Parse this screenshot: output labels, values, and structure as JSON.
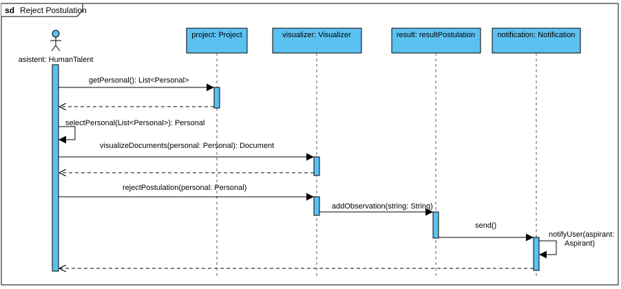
{
  "frame": {
    "kind": "sd",
    "name": "Reject Postulation"
  },
  "actor": {
    "label": "asistent: HumanTalent"
  },
  "lifelines": [
    {
      "id": "project",
      "label": "project: Project"
    },
    {
      "id": "visualizer",
      "label": "visualizer: Visualizer"
    },
    {
      "id": "result",
      "label": "result: resultPostulation"
    },
    {
      "id": "notification",
      "label": "notification: Notification"
    }
  ],
  "messages": [
    {
      "label": "getPersonal(): List<Personal>",
      "from": "actor",
      "to": "project",
      "kind": "call"
    },
    {
      "label": "",
      "from": "project",
      "to": "actor",
      "kind": "return"
    },
    {
      "label": "selectPersonal(List<Personal>): Personal",
      "from": "actor",
      "to": "actor",
      "kind": "self"
    },
    {
      "label": "visualizeDocuments(personal: Personal): Document",
      "from": "actor",
      "to": "visualizer",
      "kind": "call"
    },
    {
      "label": "",
      "from": "visualizer",
      "to": "actor",
      "kind": "return"
    },
    {
      "label": "rejectPostulation(personal: Personal)",
      "from": "actor",
      "to": "visualizer",
      "kind": "call"
    },
    {
      "label": "addObservation(string: String)",
      "from": "visualizer",
      "to": "result",
      "kind": "call"
    },
    {
      "label": "send()",
      "from": "result",
      "to": "notification",
      "kind": "call"
    },
    {
      "label": "notifyUser(aspirant:",
      "label2": "Aspirant)",
      "from": "notification",
      "to": "notification",
      "kind": "self"
    },
    {
      "label": "",
      "from": "notification",
      "to": "actor",
      "kind": "return"
    }
  ],
  "colors": {
    "box_fill": "#5BC1F0",
    "activation_fill": "#5BC1F0",
    "line": "#000000",
    "lifeline": "#555555"
  }
}
